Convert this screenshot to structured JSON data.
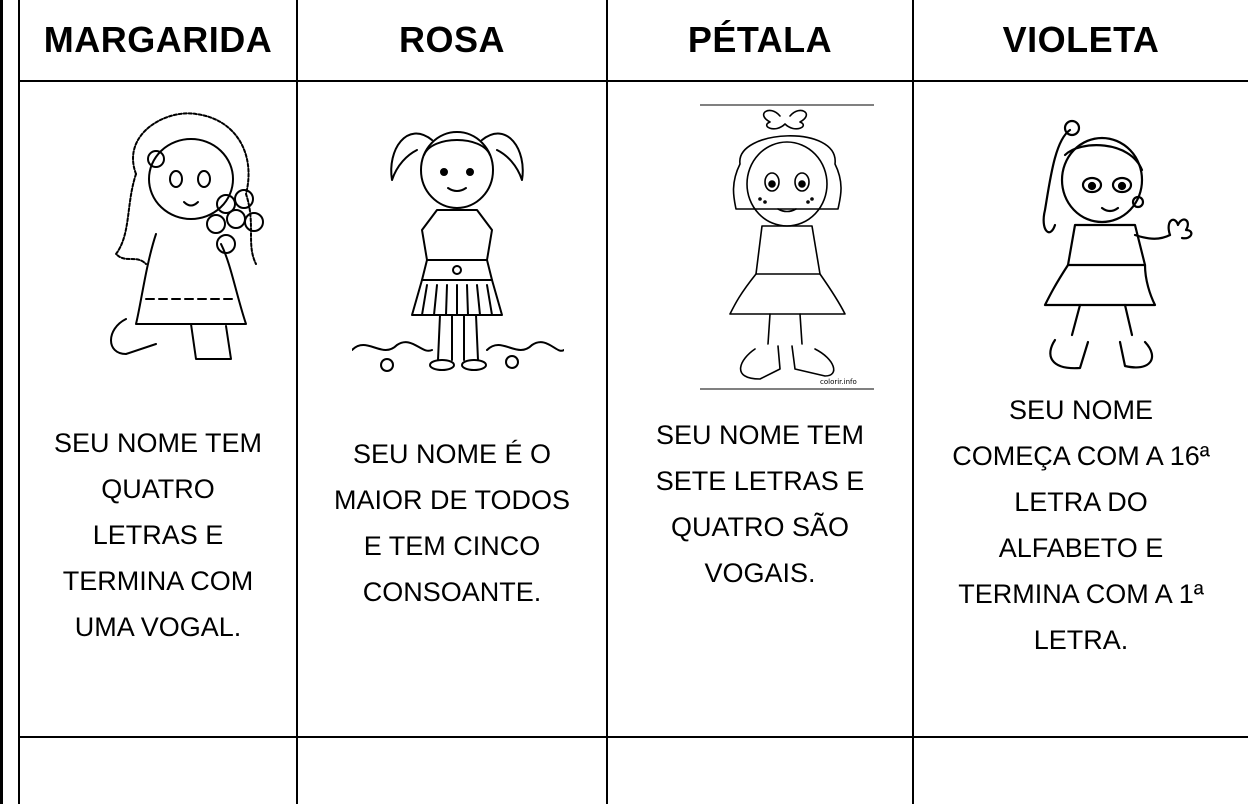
{
  "headers": [
    "MARGARIDA",
    "ROSA",
    "PÉTALA",
    "VIOLETA"
  ],
  "illustrations": [
    {
      "icon": "girl-with-flower-bouquet-icon"
    },
    {
      "icon": "girl-with-pigtails-icon"
    },
    {
      "icon": "girl-with-freckles-icon",
      "caption": "colorir.info"
    },
    {
      "icon": "girl-holding-flower-icon"
    }
  ],
  "clues": [
    {
      "lines": [
        "SEU NOME TEM",
        "QUATRO",
        "LETRAS E",
        "TERMINA COM",
        "UMA VOGAL."
      ]
    },
    {
      "lines": [
        "SEU NOME É O",
        "MAIOR DE TODOS",
        "E TEM CINCO",
        "CONSOANTE."
      ]
    },
    {
      "lines": [
        "SEU NOME TEM",
        "SETE LETRAS E",
        "QUATRO SÃO",
        "VOGAIS."
      ]
    },
    {
      "lines": [
        "SEU NOME",
        "COMEÇA COM A 16ª",
        "LETRA DO",
        "ALFABETO E",
        "TERMINA COM A 1ª",
        "LETRA."
      ]
    }
  ]
}
